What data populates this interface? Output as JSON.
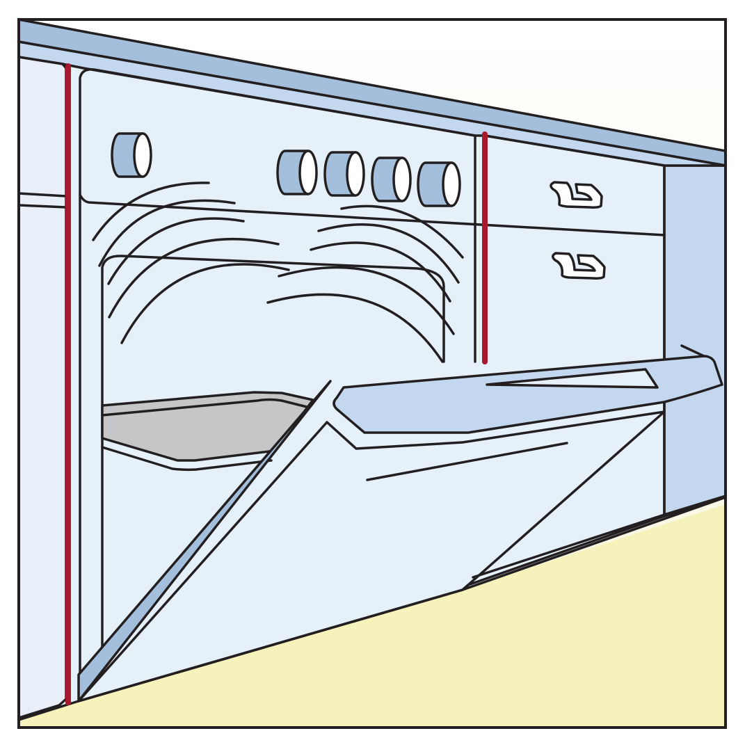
{
  "illustration": {
    "subject": "oven-with-open-door",
    "colors": {
      "outline": "#231f20",
      "face": "#e6f0f9",
      "panel": "#c3d8ee",
      "edge": "#a3bfdc",
      "rod": "#a6192e",
      "floor": "#f6f2bb",
      "wall_top": "#ffffff",
      "wall_bottom": "#f7f6dc",
      "tray": "#c4c6c8"
    },
    "parts": [
      "ceiling-band",
      "oven-front",
      "side-panel",
      "heating-rods",
      "rack-supports",
      "knobs",
      "heat-waves",
      "baking-tray",
      "oven-door",
      "door-window",
      "door-handle",
      "floor"
    ]
  }
}
